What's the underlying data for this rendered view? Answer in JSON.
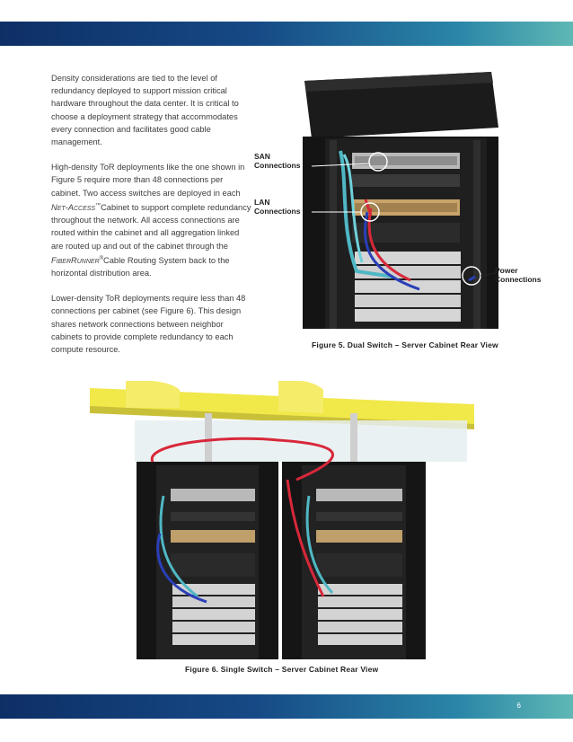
{
  "paragraphs": {
    "p1": "Density considerations are tied to the level of redundancy deployed to support mission critical hardware throughout the data center. It is critical to choose a deployment strategy that accommodates every connection and facilitates good cable management.",
    "p2_a": "High-density ToR deployments like the one shown in Figure 5 require more than 48 connections per cabinet. Two access switches are deployed in each ",
    "p2_netaccess": "Net-Access",
    "p2_tm": "™",
    "p2_b": "Cabinet to support complete redundancy throughout the network. All access connections are routed within the cabinet and all aggregation linked are routed up and out of the cabinet through the ",
    "p2_fiberrunner": "FiberRunner",
    "p2_reg": "®",
    "p2_c": "Cable Routing System back to the horizontal distribution area.",
    "p3": "Lower-density ToR deployments require less than 48 connections per cabinet (see Figure 6). This design shares network connections between neighbor cabinets to provide complete redundancy to each compute resource."
  },
  "figure5": {
    "callouts": {
      "san_line1": "SAN",
      "san_line2": "Connections",
      "lan_line1": "LAN",
      "lan_line2": "Connections",
      "power_line1": "Power",
      "power_line2": "Connections"
    },
    "caption": "Figure 5. Dual Switch – Server Cabinet Rear View"
  },
  "figure6": {
    "caption": "Figure 6. Single Switch – Server Cabinet Rear View"
  },
  "footer": {
    "page_number": "6"
  },
  "colors": {
    "band_dark": "#0e2f66",
    "band_light": "#5fb8b4",
    "cable_teal": "#4fb7c4",
    "cable_red": "#d8283a",
    "cable_blue": "#2a3fb8",
    "tray_yellow": "#f1e84a"
  }
}
